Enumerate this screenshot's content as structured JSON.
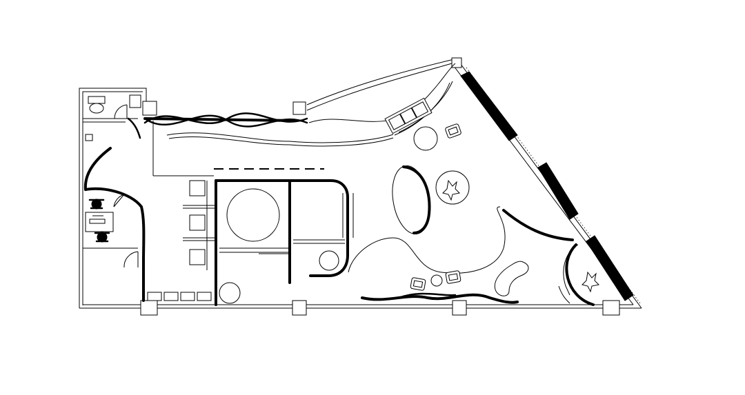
{
  "drawing": {
    "type": "floor-plan",
    "line_color": "#000000",
    "background": "#ffffff"
  },
  "icons": {
    "toilet": "toilet-icon",
    "sink": "sink-icon",
    "office_chair": "office-chair-icon",
    "armchair": "armchair-icon",
    "plant": "plant-icon",
    "door_swing": "door-swing-icon"
  },
  "counts": {
    "structural_columns": 7,
    "armchairs": 5,
    "office_chairs": 2,
    "bench_seats": 4
  }
}
